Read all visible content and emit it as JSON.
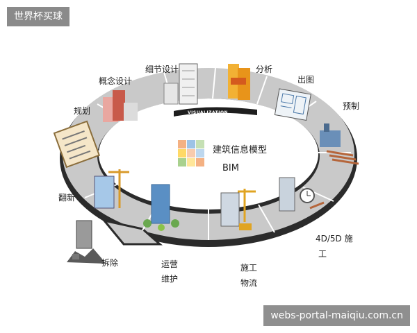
{
  "corner_tag": "世界杯买球",
  "watermark": "webs-portal-maiqiu.com.cn",
  "diagram": {
    "ring_label": "VISUALIZATION",
    "center": {
      "title": "建筑信息模型",
      "subtitle": "BIM"
    },
    "stages": {
      "planning": "规划",
      "concept": "概念设计",
      "detail": "细节设计",
      "analysis": "分析",
      "drawings": "出图",
      "prefab": "预制",
      "construction_1": "4D/5D 施",
      "construction_2": "工",
      "logistics_1": "施工",
      "logistics_2": "物流",
      "operation_1": "运营",
      "operation_2": "维护",
      "demolition": "拆除",
      "renovation": "翻新"
    }
  }
}
